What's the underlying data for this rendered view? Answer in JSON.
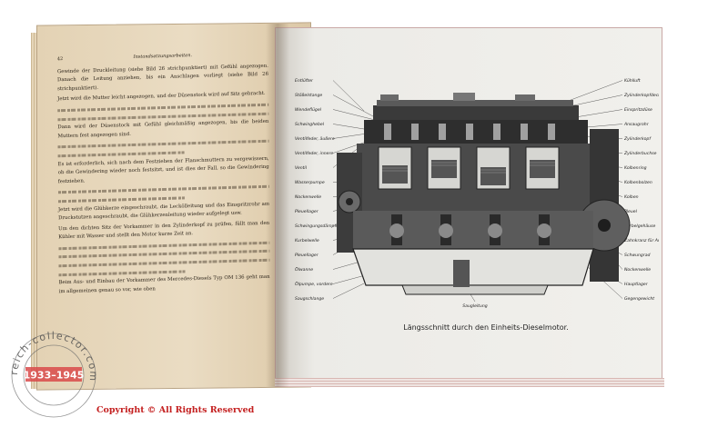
{
  "left_page": {
    "page_number": "42",
    "running_head": "Instandsetzungsarbeiten.",
    "paragraphs": [
      "Gewinde der Druckleitung (siehe Bild 26 strichpunktiert) mit Gefühl angezogen. Danach die Leitung anziehen, bis ein Anschlagen vorliegt (siehe Bild 26 strichpunktiert).",
      "Jetzt wird die Mutter leicht angezogen, und der Düsenstock wird auf Sitz gebracht.",
      "Dann wird der Düsenstock mit Gefühl gleichmäßig angezogen, bis die beiden Muttern fest angezogen sind.",
      "Es ist erforderlich, sich nach dem Festziehen der Flanschmuttern zu vergewissern, ob die Gewindering wieder noch festsitzt, und ist dies der Fall, so die Gewindering festziehen.",
      "Jetzt wird die Glühkerze eingeschraubt, die Leckölleitung und das Einspritzrohr am Druckstutzen angeschraubt, die Glühkerzenleitung wieder aufgelegt usw.",
      "Um den dichten Sitz der Vorkammer in den Zylinderkopf zu prüfen, füllt man den Kühler mit Wasser und stellt den Motor kurze Zeit an.",
      "Beim Aus- und Einbau der Vorkammer des Mercedes-Diesels Typ OM 136 geht man im allgemeinen genau so vor, wie oben"
    ]
  },
  "figure": {
    "labels_left": [
      "Entlüfter",
      "Stößelstange",
      "Wendeflügel",
      "Schwinghebel",
      "Ventilfeder, äußere",
      "Ventilfeder, innere",
      "Ventil",
      "Wasserpumpe",
      "Nockenwelle",
      "Pleuellager",
      "Schwingungsdämpfer",
      "Kurbelwelle",
      "Pleuellager",
      "Ölwanne",
      "Ölpumpe, vordere",
      "Saugschlange"
    ],
    "labels_right": [
      "Kühlluft",
      "Zylinderkopfdeckel",
      "Einspritzdüse",
      "Ansaugrohr",
      "Zylinderkopf",
      "Zylinderbuchse",
      "Kolbenring",
      "Kolbenbolzen",
      "Kolben",
      "Pleuel",
      "Kurbelgehäuse",
      "Zahnkranz für Anlasser",
      "Schwungrad",
      "Nockenwelle",
      "Hauptlager",
      "Gegengewicht"
    ],
    "bottom_label": "Saugleitung"
  },
  "caption": "Längsschnitt durch den Einheits-Dieselmotor.",
  "watermark": {
    "ring_text": "reich-collector.com",
    "years": "1933–1945",
    "copyright": "Copyright © All Rights Reserved"
  },
  "colors": {
    "left_page": "#e6d7bc",
    "right_page": "#efeeea",
    "ink": "#1e1e1e",
    "watermark_red": "#c42020"
  }
}
